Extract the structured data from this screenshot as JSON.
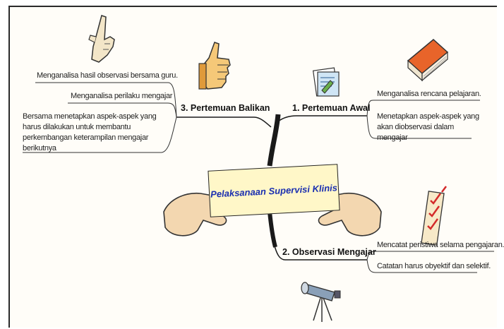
{
  "center": {
    "title": "Pelaksanaan Supervisi Klinis"
  },
  "branches": [
    {
      "label": "1. Pertemuan Awal",
      "items": [
        "Menganalisa rencana pelajaran.",
        "Menetapkan aspek-aspek yang akan diobservasi dalam mengajar"
      ]
    },
    {
      "label": "2. Observasi Mengajar",
      "items": [
        "Mencatat peristiwa selama pengajaran.",
        "Catatan harus obyektif dan selektif."
      ]
    },
    {
      "label": "3. Pertemuan Balikan",
      "items": [
        "Menganalisa hasil observasi bersama guru.",
        "Menganalisa perilaku mengajar",
        "Bersama menetapkan aspek-aspek yang harus dilakukan untuk membantu perkembangan keterampilan mengajar berikutnya"
      ]
    }
  ],
  "icons": [
    "pointing-hand-icon",
    "thumbs-up-icon",
    "document-icon",
    "book-icon",
    "checklist-icon",
    "telescope-icon",
    "hands-holding-card-icon"
  ],
  "colors": {
    "title_text": "#1a2fb0",
    "card_fill": "#fff7c8",
    "branch_line": "#1a1a1a"
  }
}
